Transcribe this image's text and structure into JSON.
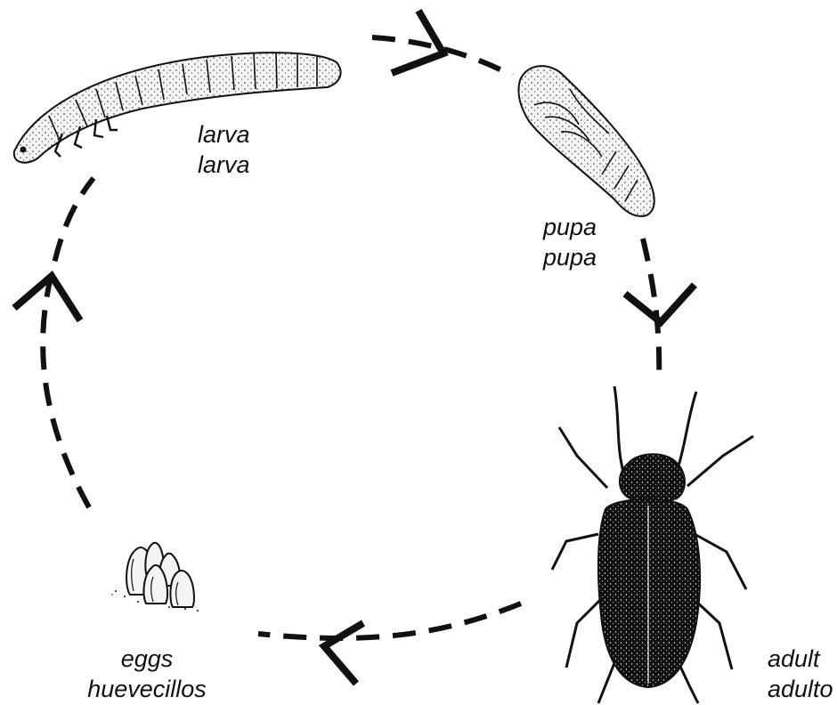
{
  "colors": {
    "ink": "#111111",
    "paper": "#ffffff",
    "body": "#f4f4f4"
  },
  "stages": {
    "larva": {
      "en": "larva",
      "es": "larva"
    },
    "pupa": {
      "en": "pupa",
      "es": "pupa"
    },
    "adult": {
      "en": "adult",
      "es": "adulto"
    },
    "eggs": {
      "en": "eggs",
      "es": "huevecillos"
    }
  },
  "cycle_order": [
    "eggs",
    "larva",
    "pupa",
    "adult"
  ]
}
